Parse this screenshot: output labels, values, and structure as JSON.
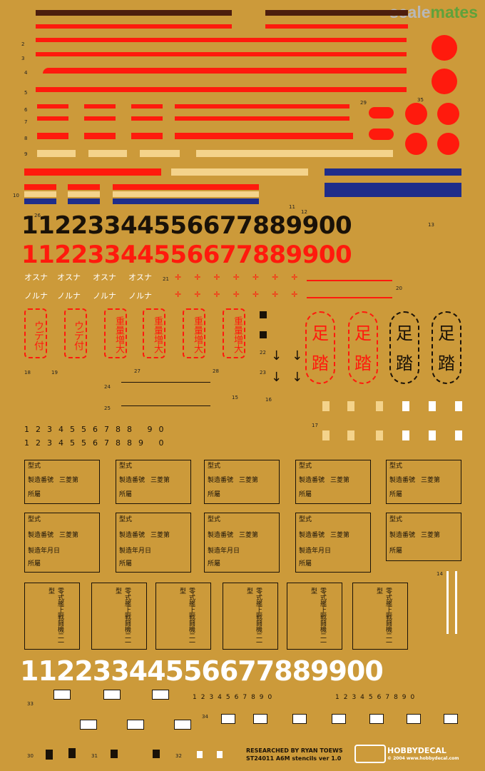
{
  "watermark": {
    "part1": "scale",
    "part2": "mates",
    "color1": "#b8b8b8",
    "color2": "#5fa23b"
  },
  "colors": {
    "sheet": "#cc9a3a",
    "red": "#ff1a0d",
    "tan": "#f4d38b",
    "navy": "#1f2d8a",
    "black": "#1a1208",
    "white": "#ffffff"
  },
  "numbers": {
    "black_row": "11223344556677889900",
    "red_row": "11223344556677889900",
    "small_row_1": "1234556788 90",
    "small_row_2": "12345567889 0",
    "white_row": "11223344556677889900",
    "tiny_row_a": "1234567890",
    "tiny_row_b": "1234567890"
  },
  "katakana": {
    "row1": [
      "オスナ",
      "オスナ",
      "オスナ",
      "オスナ"
    ],
    "row2": [
      "ノルナ",
      "ノルナ",
      "ノルナ",
      "ノルナ"
    ]
  },
  "kanji_boxes": {
    "red_small": [
      "ウデ付",
      "ウデ付",
      "重量増大",
      "重量増大",
      "重量増大",
      "重量増大"
    ],
    "step_red": [
      "足",
      "踏",
      "足",
      "踏"
    ],
    "step_black": [
      "足",
      "踏",
      "足",
      "踏"
    ]
  },
  "plates": {
    "row1_label_a": "型式",
    "row1_label_b": "製造番號",
    "row1_label_c": "所屬",
    "maker": "三菱第",
    "model": "零式艦上戰鬪機二一型",
    "row2_label_c": "製造年月日"
  },
  "labels": {
    "n2": "2",
    "n3": "3",
    "n4": "4",
    "n5": "5",
    "n6": "6",
    "n7": "7",
    "n8": "8",
    "n9": "9",
    "n10": "10",
    "n11": "11",
    "n12": "12",
    "n13": "13",
    "n14": "14",
    "n15": "15",
    "n16": "16",
    "n17": "17",
    "n18": "18",
    "n19": "19",
    "n20": "20",
    "n21": "21",
    "n22": "22",
    "n23": "23",
    "n24": "24",
    "n25": "25",
    "n26": "26",
    "n27": "27",
    "n28": "28",
    "n29": "29",
    "n30": "30",
    "n31": "31",
    "n32": "32",
    "n33": "33",
    "n34": "34",
    "n35": "35"
  },
  "credits": {
    "researched": "RESEARCHED BY RYAN TOEWS",
    "product": "ST24011 A6M stencils ver 1.0",
    "brand": "HOBBYDECAL",
    "copyright": "© 2004 www.hobbydecal.com"
  }
}
